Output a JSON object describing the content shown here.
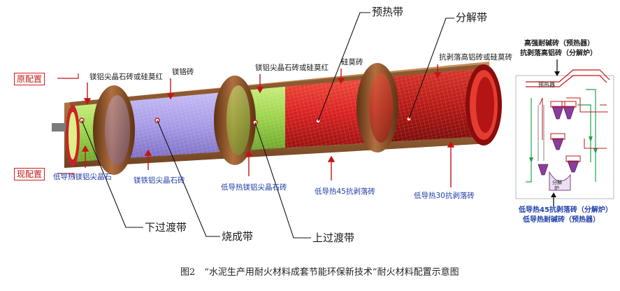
{
  "config_labels": {
    "original": "原配置",
    "current": "现配置"
  },
  "zones": {
    "preheat": "预热带",
    "decomposition": "分解带",
    "lower_transition": "下过渡带",
    "burning": "烧成带",
    "upper_transition": "上过渡带"
  },
  "original_bricks": {
    "b1": "镁铝尖晶石砖或硅莫红",
    "b2": "镁铬砖",
    "b3": "镁铝尖晶石砖或硅莫红",
    "b4": "硅莫砖",
    "b5": "抗剥落高铝砖或硅莫砖"
  },
  "current_bricks": {
    "c1": "低导热镁铝尖晶石",
    "c2": "镁铁铝尖晶石砖",
    "c3": "低导热镁铝尖晶石砖",
    "c4": "低导热45抗剥落砖",
    "c5": "低导热30抗剥落砖"
  },
  "preheater_panel": {
    "top_line1": "高强耐碱砖（预热器）",
    "top_line2": "抗剥落高铝砖（分解炉）",
    "preheater_tag": "预热器",
    "calciner_tag_line1": "分解",
    "calciner_tag_line2": "炉",
    "bottom_line1": "低导热45抗剥落砖（分解炉）",
    "bottom_line2": "低导热耐碱砖（预热器）"
  },
  "caption": "图2　“水泥生产用耐火材料成套节能环保新技术”耐火材料配置示意图",
  "colors": {
    "green_brick": "#9bd24a",
    "purple_brick": "#a79ae6",
    "red_brick": "#d92222",
    "shell": "#a06a3c",
    "tire": "#8a4e22",
    "arrow": "#c41414",
    "blue_text": "#1f3fa8"
  }
}
